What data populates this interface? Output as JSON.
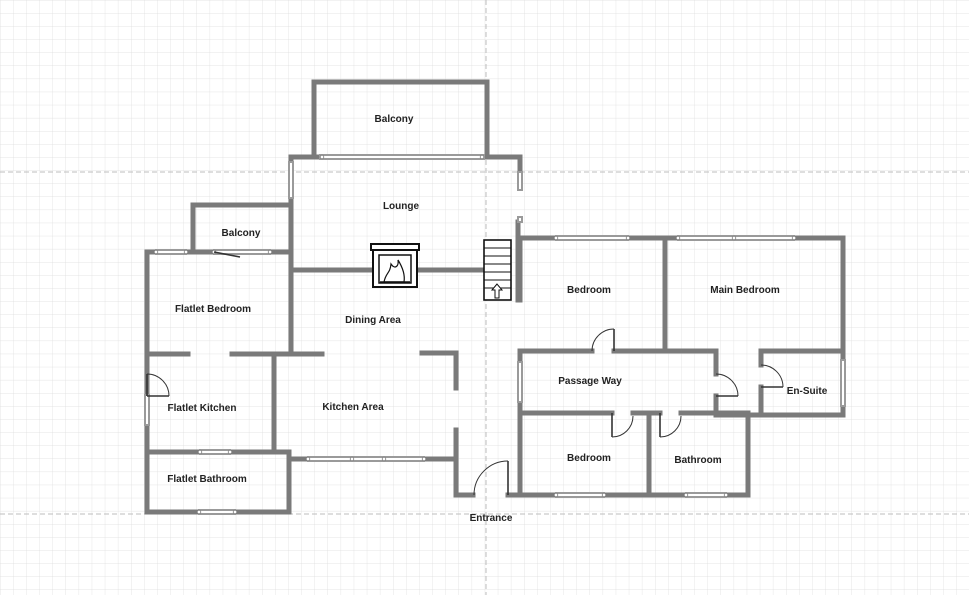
{
  "diagram": {
    "type": "floor-plan",
    "colors": {
      "background": "#ffffff",
      "grid_minor": "#dcdcdc",
      "grid_major": "#bdbdbd",
      "wall": "#7a7a7a",
      "label": "#222222"
    },
    "rooms": [
      {
        "id": "balcony-top",
        "label": "Balcony"
      },
      {
        "id": "lounge",
        "label": "Lounge"
      },
      {
        "id": "balcony-left",
        "label": "Balcony"
      },
      {
        "id": "flatlet-bedroom",
        "label": "Flatlet Bedroom"
      },
      {
        "id": "dining-area",
        "label": "Dining Area"
      },
      {
        "id": "bedroom-1",
        "label": "Bedroom"
      },
      {
        "id": "main-bedroom",
        "label": "Main Bedroom"
      },
      {
        "id": "passage-way",
        "label": "Passage Way"
      },
      {
        "id": "en-suite",
        "label": "En-Suite"
      },
      {
        "id": "flatlet-kitchen",
        "label": "Flatlet Kitchen"
      },
      {
        "id": "kitchen-area",
        "label": "Kitchen Area"
      },
      {
        "id": "bedroom-2",
        "label": "Bedroom"
      },
      {
        "id": "bathroom",
        "label": "Bathroom"
      },
      {
        "id": "flatlet-bathroom",
        "label": "Flatlet Bathroom"
      },
      {
        "id": "entrance",
        "label": "Entrance"
      }
    ],
    "icons": {
      "fireplace": "fireplace-icon",
      "stairs": "staircase-icon"
    }
  }
}
